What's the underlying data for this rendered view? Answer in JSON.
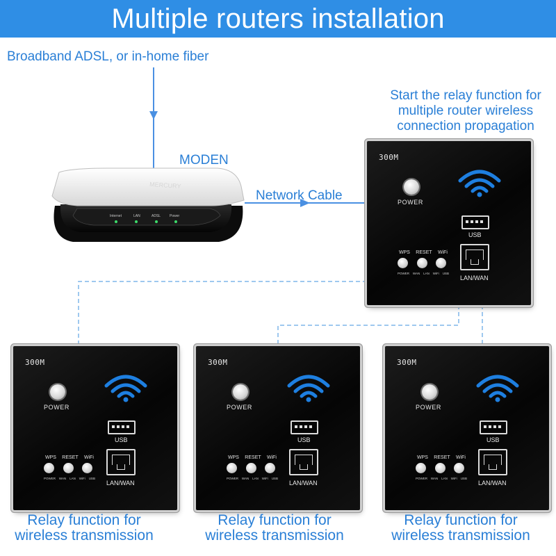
{
  "title": "Multiple routers installation",
  "labels": {
    "isp": "Broadband ADSL, or in-home fiber",
    "modem": "MODEN",
    "cable": "Network Cable",
    "relay_note": [
      "Start the relay function for",
      "multiple router wireless",
      "connection propagation"
    ]
  },
  "modem_device": {
    "brand": "MERCURY",
    "indicators": [
      "Internet",
      "LAN",
      "ADSL",
      "Power"
    ]
  },
  "router_panel": {
    "model": "300M",
    "power": "POWER",
    "usb": "USB",
    "buttons": [
      "WPS",
      "RESET",
      "WiFi"
    ],
    "leds": [
      "POWER",
      "WAN",
      "LAN",
      "WiFi",
      "USB"
    ],
    "port": "LAN/WAN"
  },
  "captions": [
    [
      "Relay function for",
      "wireless transmission"
    ],
    [
      "Relay function for",
      "wireless transmission"
    ],
    [
      "Relay function for",
      "wireless transmission"
    ]
  ],
  "colors": {
    "banner": "#2f8ee5",
    "label_text": "#2a7fd6",
    "connector": "#4a90e2",
    "relay_line": "#7fb6ea",
    "led": "#3ddc6a"
  }
}
